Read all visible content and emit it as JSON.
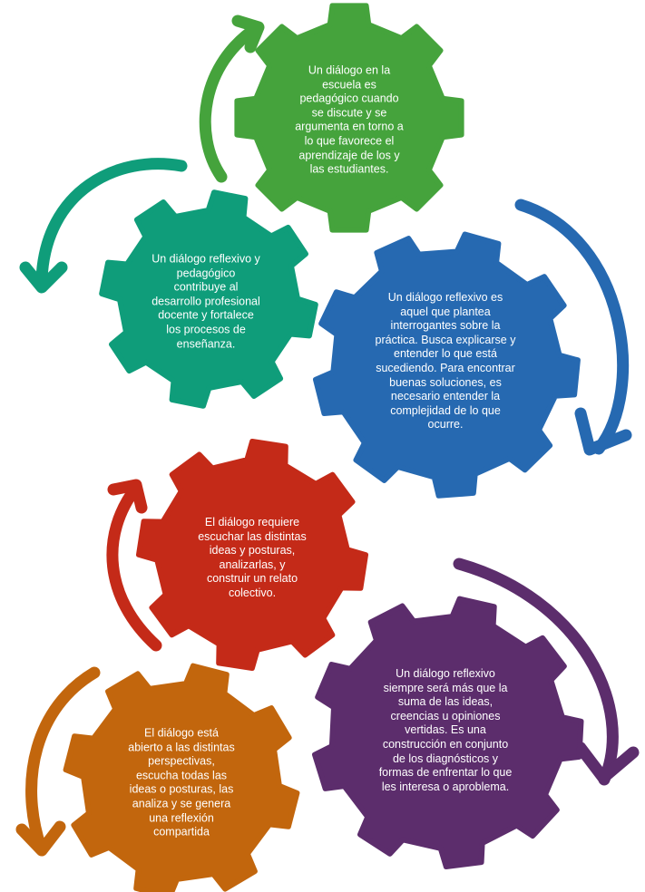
{
  "colors": {
    "green": "#45a33c",
    "teal": "#0f9d7a",
    "blue": "#2669b1",
    "red": "#c42a18",
    "purple": "#5c2d6c",
    "orange": "#c2660d"
  },
  "gears": [
    {
      "id": "green",
      "text": "Un diálogo en la\nescuela es\npedagógico cuando\nse discute y se\nargumenta en torno a\nlo que favorece el\naprendizaje de los y\nlas estudiantes."
    },
    {
      "id": "teal",
      "text": "Un diálogo reflexivo y\npedagógico\ncontribuye al\ndesarrollo profesional\ndocente y fortalece\nlos procesos de\nenseñanza."
    },
    {
      "id": "blue",
      "text": "Un diálogo reflexivo es\naquel que plantea\ninterrogantes sobre la\npráctica. Busca explicarse y\nentender lo que está\nsucediendo. Para encontrar\nbuenas soluciones, es\nnecesario entender la\ncomplejidad de lo que\nocurre."
    },
    {
      "id": "red",
      "text": "El diálogo requiere\nescuchar las distintas\nideas y posturas,\nanalizarlas, y\nconstruir un relato\ncolectivo."
    },
    {
      "id": "purple",
      "text": "Un diálogo reflexivo\nsiempre será más que la\nsuma de las ideas,\ncreencias u opiniones\nvertidas. Es una\nconstrucción en conjunto\nde los diagnósticos y\nformas de enfrentar lo que\nles interesa o aproblema."
    },
    {
      "id": "orange",
      "text": "El diálogo está\nabierto a las distintas\nperspectivas,\nescucha todas las\nideas o posturas, las\nanaliza y se genera\nuna reflexión\ncompartida"
    }
  ],
  "arrows": [
    {
      "id": "green-arrow",
      "icon": "curved-arrow-icon"
    },
    {
      "id": "teal-arrow",
      "icon": "curved-arrow-icon"
    },
    {
      "id": "blue-arrow",
      "icon": "curved-arrow-icon"
    },
    {
      "id": "red-arrow",
      "icon": "curved-arrow-icon"
    },
    {
      "id": "purple-arrow",
      "icon": "curved-arrow-icon"
    },
    {
      "id": "orange-arrow",
      "icon": "curved-arrow-icon"
    }
  ]
}
